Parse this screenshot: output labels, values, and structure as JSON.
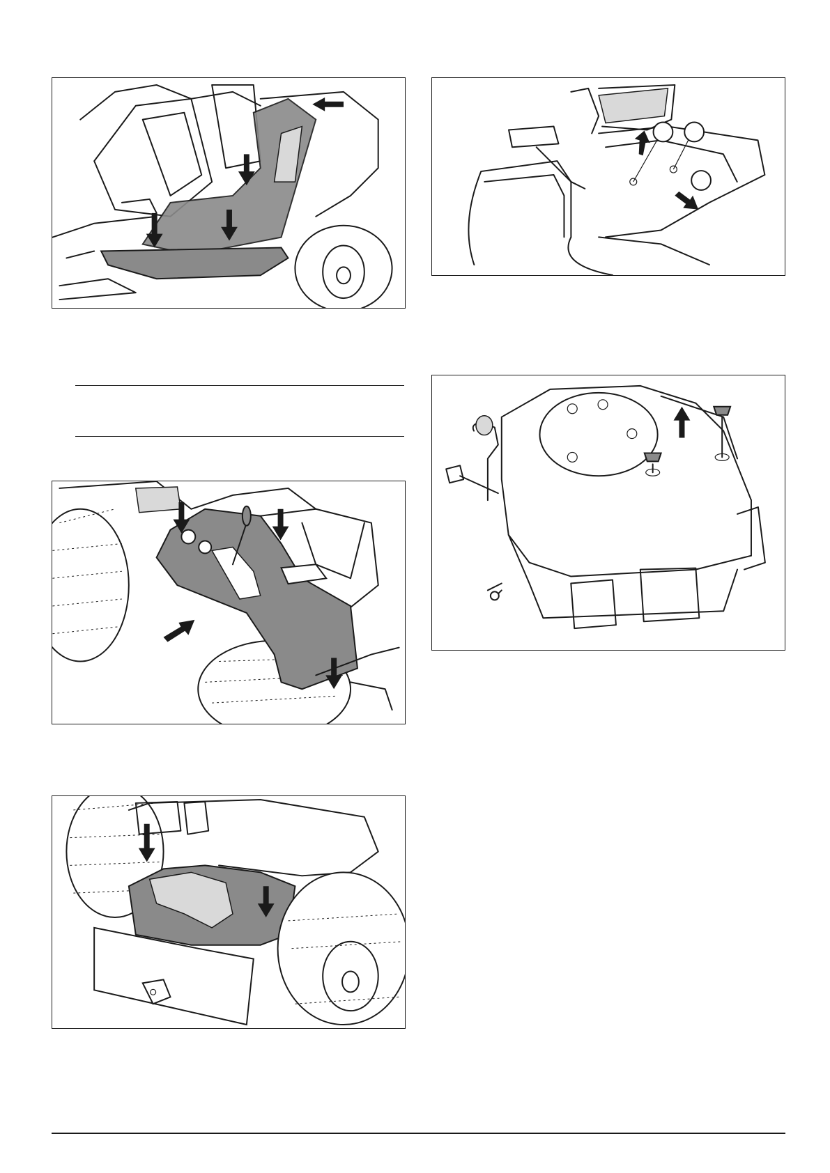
{
  "page": {
    "figures": [
      {
        "id": "fig1",
        "icon": "fender-cover-removal-illustration",
        "arrows": 4
      },
      {
        "id": "fig2",
        "icon": "pedal-area-clips-illustration",
        "callouts": 3
      },
      {
        "id": "fig3",
        "icon": "console-cover-removal-illustration",
        "arrows": 4
      },
      {
        "id": "fig4",
        "icon": "engine-top-cover-screws-illustration",
        "arrows": 1
      },
      {
        "id": "fig5",
        "icon": "front-cover-removal-illustration",
        "arrows": 2
      }
    ],
    "colors": {
      "line": "#1a1a1a",
      "shade": "#8a8a8a",
      "background": "#ffffff"
    }
  }
}
